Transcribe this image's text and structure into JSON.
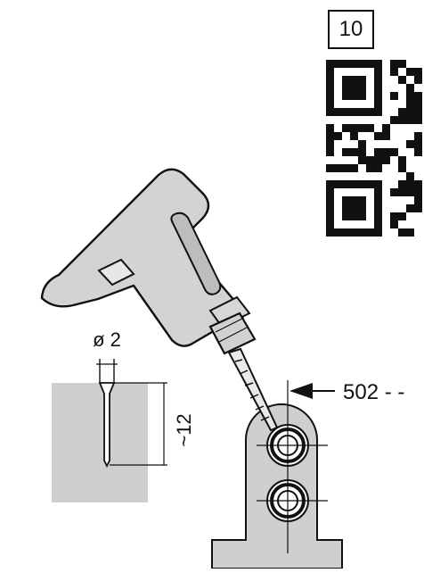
{
  "step": {
    "number": "10"
  },
  "qr_code": {
    "icon": "qr-code-icon"
  },
  "drill": {
    "icon": "power-drill-icon"
  },
  "hole_section": {
    "diameter_label": "ø 2",
    "depth_label": "~12"
  },
  "assembly": {
    "part_label": "502 - -"
  },
  "colors": {
    "gray_fill": "#cfcfcf",
    "stroke": "#111111",
    "background": "#ffffff"
  }
}
